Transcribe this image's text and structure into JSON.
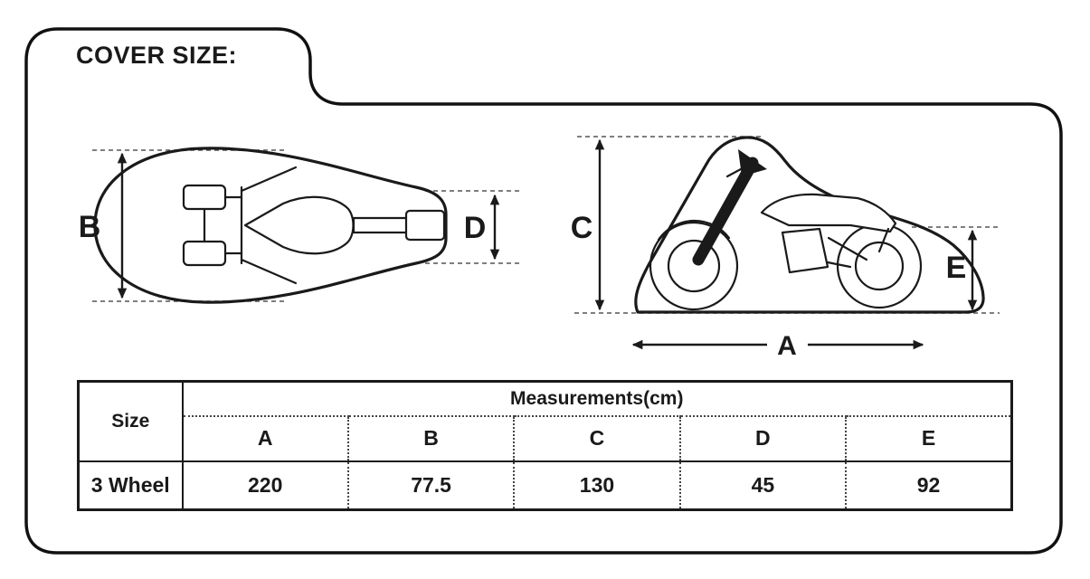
{
  "title": "COVER SIZE:",
  "diagram": {
    "top_view": {
      "dim_b": "B",
      "dim_d": "D"
    },
    "side_view": {
      "dim_c": "C",
      "dim_e": "E",
      "dim_a": "A"
    }
  },
  "table": {
    "size_header": "Size",
    "measurements_header": "Measurements(cm)",
    "columns": [
      "A",
      "B",
      "C",
      "D",
      "E"
    ],
    "row": {
      "label": "3 Wheel",
      "values": [
        "220",
        "77.5",
        "130",
        "45",
        "92"
      ]
    }
  }
}
